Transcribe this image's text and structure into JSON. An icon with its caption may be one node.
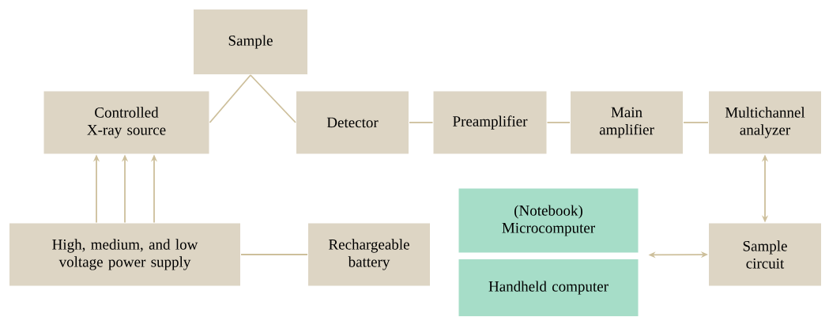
{
  "diagram": {
    "nodes": [
      {
        "text": [
          "Sample"
        ]
      },
      {
        "text": [
          "Controlled X-ray source"
        ]
      },
      {
        "text": [
          "Detector"
        ]
      },
      {
        "text": [
          "Preamplifier"
        ]
      },
      {
        "text": [
          "Main amplifier"
        ]
      },
      {
        "text": [
          "Multichannel analyzer"
        ]
      },
      {
        "text": [
          "High, medium, and low voltage power supply"
        ]
      },
      {
        "text": [
          "Rechargeable battery"
        ]
      },
      {
        "text": [
          "(Notebook) Microcomputer"
        ]
      },
      {
        "text": [
          "Handheld computer"
        ]
      },
      {
        "text": [
          "Sample circuit"
        ]
      }
    ],
    "edges": [
      {
        "from": 0,
        "to": 1,
        "arrow": "none"
      },
      {
        "from": 0,
        "to": 2,
        "arrow": "none"
      },
      {
        "from": 2,
        "to": 3,
        "arrow": "none"
      },
      {
        "from": 3,
        "to": 4,
        "arrow": "none"
      },
      {
        "from": 4,
        "to": 5,
        "arrow": "none"
      },
      {
        "from": 5,
        "to": 10,
        "arrow": "both"
      },
      {
        "from": 6,
        "to": 1,
        "arrow": "to"
      },
      {
        "from": 6,
        "to": 1,
        "arrow": "to"
      },
      {
        "from": 6,
        "to": 1,
        "arrow": "to"
      },
      {
        "from": 6,
        "to": 7,
        "arrow": "none"
      },
      {
        "from": 8,
        "to": 10,
        "arrow": "both"
      }
    ]
  }
}
